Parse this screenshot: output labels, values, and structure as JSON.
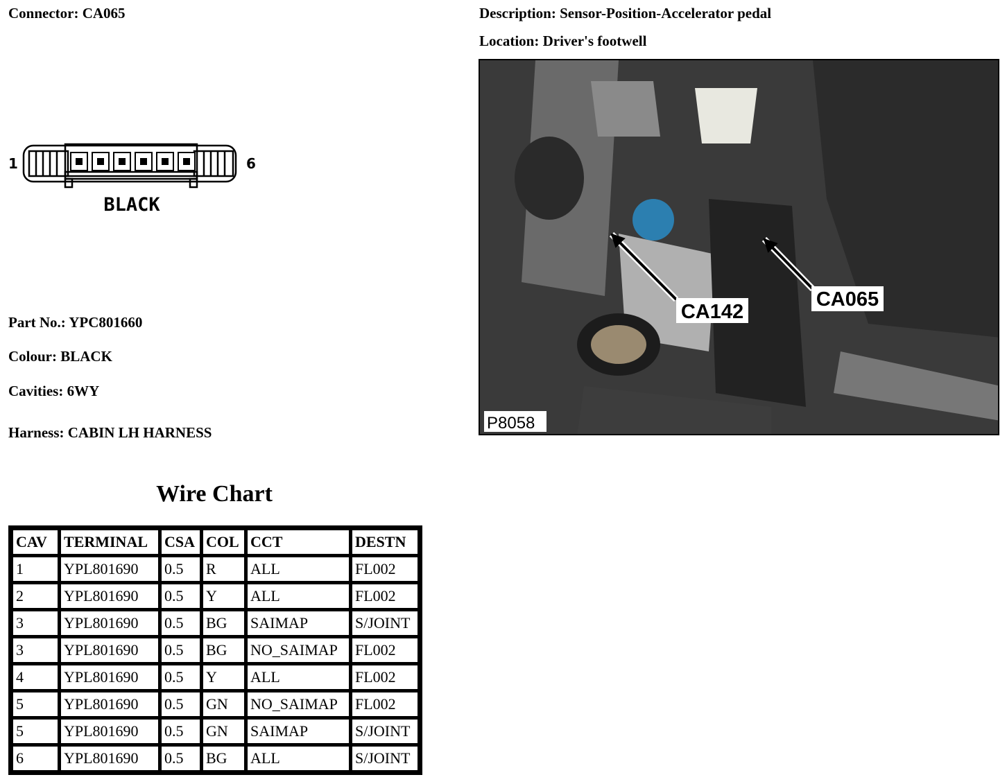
{
  "connector": {
    "label": "Connector: CA065"
  },
  "description": {
    "label": "Description: Sensor-Position-Accelerator pedal"
  },
  "location": {
    "label": "Location: Driver's footwell"
  },
  "diagram": {
    "pin_first": "1",
    "pin_last": "6",
    "colour_text": "BLACK"
  },
  "details": {
    "part_no": "Part No.: YPC801660",
    "colour": "Colour: BLACK",
    "cavities": "Cavities: 6WY",
    "harness": "Harness: CABIN LH HARNESS"
  },
  "photo": {
    "ref": "P8058",
    "callout_a": "CA142",
    "callout_b": "CA065"
  },
  "wire_chart": {
    "title": "Wire Chart",
    "headers": [
      "CAV",
      "TERMINAL",
      "CSA",
      "COL",
      "CCT",
      "DESTN"
    ],
    "rows": [
      [
        "1",
        "YPL801690",
        "0.5",
        "R",
        "ALL",
        "FL002"
      ],
      [
        "2",
        "YPL801690",
        "0.5",
        "Y",
        "ALL",
        "FL002"
      ],
      [
        "3",
        "YPL801690",
        "0.5",
        "BG",
        "SAIMAP",
        "S/JOINT"
      ],
      [
        "3",
        "YPL801690",
        "0.5",
        "BG",
        "NO_SAIMAP",
        "FL002"
      ],
      [
        "4",
        "YPL801690",
        "0.5",
        "Y",
        "ALL",
        "FL002"
      ],
      [
        "5",
        "YPL801690",
        "0.5",
        "GN",
        "NO_SAIMAP",
        "FL002"
      ],
      [
        "5",
        "YPL801690",
        "0.5",
        "GN",
        "SAIMAP",
        "S/JOINT"
      ],
      [
        "6",
        "YPL801690",
        "0.5",
        "BG",
        "ALL",
        "S/JOINT"
      ]
    ]
  }
}
